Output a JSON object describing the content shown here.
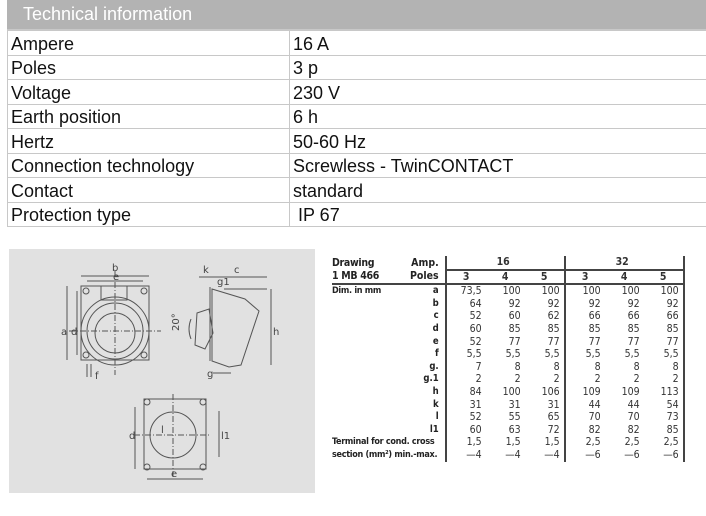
{
  "header": {
    "title": "Technical information"
  },
  "specs": [
    {
      "label": "Ampere",
      "value": "16 A"
    },
    {
      "label": "Poles",
      "value": "3 p"
    },
    {
      "label": "Voltage",
      "value": "230 V"
    },
    {
      "label": "Earth position",
      "value": "6 h"
    },
    {
      "label": "Hertz",
      "value": "50-60 Hz"
    },
    {
      "label": "Connection technology",
      "value": "Screwless - TwinCONTACT"
    },
    {
      "label": "Contact",
      "value": "standard"
    },
    {
      "label": "Protection type",
      "value": " IP 67"
    }
  ],
  "drawing": {
    "labels": {
      "b": "b",
      "e": "e",
      "a": "a",
      "d": "d",
      "f": "f",
      "k": "k",
      "c": "c",
      "g1": "g1",
      "g": "g",
      "h": "h",
      "angle": "20°",
      "l": "l",
      "l1": "l1"
    }
  },
  "dimensions": {
    "drawing_label": "Drawing",
    "drawing_id": "1 MB 466",
    "amp_label": "Amp.",
    "poles_label": "Poles",
    "dim_label": "Dim. in mm",
    "amp_groups": [
      "16",
      "32"
    ],
    "poles": [
      "3",
      "4",
      "5",
      "3",
      "4",
      "5"
    ],
    "rows": [
      {
        "key": "a",
        "values": [
          "73,5",
          "100",
          "100",
          "100",
          "100",
          "100"
        ]
      },
      {
        "key": "b",
        "values": [
          "64",
          "92",
          "92",
          "92",
          "92",
          "92"
        ]
      },
      {
        "key": "c",
        "values": [
          "52",
          "60",
          "62",
          "66",
          "66",
          "66"
        ]
      },
      {
        "key": "d",
        "values": [
          "60",
          "85",
          "85",
          "85",
          "85",
          "85"
        ]
      },
      {
        "key": "e",
        "values": [
          "52",
          "77",
          "77",
          "77",
          "77",
          "77"
        ]
      },
      {
        "key": "f",
        "values": [
          "5,5",
          "5,5",
          "5,5",
          "5,5",
          "5,5",
          "5,5"
        ]
      },
      {
        "key": "g.",
        "values": [
          "7",
          "8",
          "8",
          "8",
          "8",
          "8"
        ]
      },
      {
        "key": "g.1",
        "values": [
          "2",
          "2",
          "2",
          "2",
          "2",
          "2"
        ]
      },
      {
        "key": "h",
        "values": [
          "84",
          "100",
          "106",
          "109",
          "109",
          "113"
        ]
      },
      {
        "key": "k",
        "values": [
          "31",
          "31",
          "31",
          "44",
          "44",
          "54"
        ]
      },
      {
        "key": "l",
        "values": [
          "52",
          "55",
          "65",
          "70",
          "70",
          "73"
        ]
      },
      {
        "key": "l1",
        "values": [
          "60",
          "63",
          "72",
          "82",
          "82",
          "85"
        ]
      }
    ],
    "terminal_label_1": "Terminal for cond. cross",
    "terminal_label_2": "section (mm²) min.-max.",
    "terminal_min": [
      "1,5",
      "1,5",
      "1,5",
      "2,5",
      "2,5",
      "2,5"
    ],
    "terminal_max": [
      "—4",
      "—4",
      "—4",
      "—6",
      "—6",
      "—6"
    ]
  }
}
